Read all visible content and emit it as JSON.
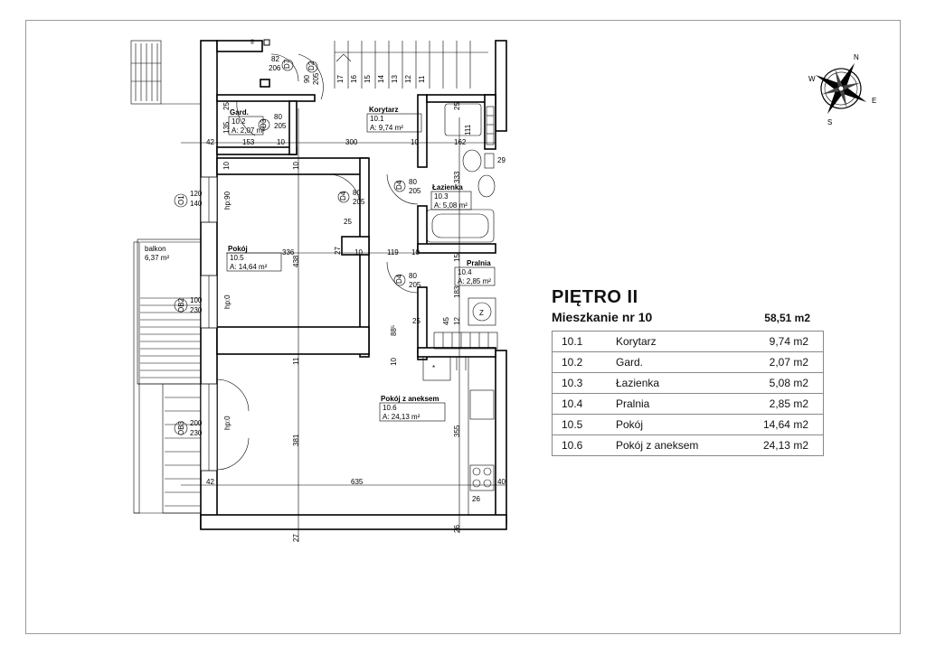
{
  "title_block": {
    "floor": "PIĘTRO II",
    "apartment": "Mieszkanie nr 10",
    "total_area": "58,51 m2"
  },
  "rooms": [
    {
      "id": "10.1",
      "name": "Korytarz",
      "area": "9,74 m2"
    },
    {
      "id": "10.2",
      "name": "Gard.",
      "area": "2,07 m2"
    },
    {
      "id": "10.3",
      "name": "Łazienka",
      "area": "5,08 m2"
    },
    {
      "id": "10.4",
      "name": "Pralnia",
      "area": "2,85 m2"
    },
    {
      "id": "10.5",
      "name": "Pokój",
      "area": "14,64 m2"
    },
    {
      "id": "10.6",
      "name": "Pokój z aneksem",
      "area": "24,13 m2"
    }
  ],
  "plan_labels": {
    "korytarz": {
      "name": "Korytarz",
      "id": "10.1",
      "area": "A: 9,74 m²"
    },
    "gard": {
      "name": "Gard.",
      "id": "10.2",
      "area": "A: 2,07 m²"
    },
    "lazienka": {
      "name": "Łazienka",
      "id": "10.3",
      "area": "A: 5,08 m²"
    },
    "pralnia": {
      "name": "Pralnia",
      "id": "10.4",
      "area": "A: 2,85 m²"
    },
    "pokoj": {
      "name": "Pokój",
      "id": "10.5",
      "area": "A: 14,64 m²"
    },
    "pokoj_aneks": {
      "name": "Pokój z aneksem",
      "id": "10.6",
      "area": "A: 24,13 m²"
    },
    "balkon": {
      "name": "balkon",
      "area": "6,37 m²"
    }
  },
  "doors": {
    "d2": {
      "tag": "D2",
      "w": "90",
      "h": "205"
    },
    "d7": {
      "tag": "D7",
      "w": "82",
      "h": "206"
    },
    "d3": {
      "tag": "D3",
      "w": "80",
      "h": "205"
    },
    "d4a": {
      "tag": "D4",
      "w": "80",
      "h": "205"
    },
    "d4b": {
      "tag": "D4",
      "w": "80",
      "h": "205"
    },
    "d4c": {
      "tag": "D4",
      "w": "80",
      "h": "205"
    }
  },
  "windows": {
    "o1": {
      "tag": "O1",
      "w": "120",
      "h": "140",
      "hp": "hp:90"
    },
    "ob2": {
      "tag": "OB2",
      "w": "100",
      "h": "230",
      "hp": "hp:0"
    },
    "ob3": {
      "tag": "OB3",
      "w": "200",
      "h": "230",
      "hp": "hp:0"
    }
  },
  "dimensions": {
    "d42a": "42",
    "d153": "153",
    "d10a": "10",
    "d300": "300",
    "d10b": "10",
    "d162": "162",
    "d135": "135",
    "d25a": "25",
    "d111": "111",
    "d25b": "25",
    "d29": "29",
    "d333": "333",
    "d10c": "10",
    "d10d": "10",
    "d25c": "25",
    "d336": "336",
    "d10e": "10",
    "d119": "119",
    "d10f": "10",
    "d438": "438",
    "d27a": "27",
    "d15": "15",
    "d183": "183",
    "d45": "45",
    "d12": "12",
    "d25d": "25",
    "d885": "88⁵",
    "d11": "11",
    "d10g": "10",
    "d381": "381",
    "d355": "355",
    "d42b": "42",
    "d635": "635",
    "d40": "40",
    "d26a": "26",
    "d26b": "26",
    "d27b": "27"
  },
  "stairs": [
    "17",
    "16",
    "15",
    "14",
    "13",
    "12",
    "11"
  ],
  "compass": {
    "n": "N",
    "e": "E",
    "s": "S",
    "w": "W"
  },
  "fixture_glyphs": {
    "star": "*",
    "z": "Z"
  }
}
